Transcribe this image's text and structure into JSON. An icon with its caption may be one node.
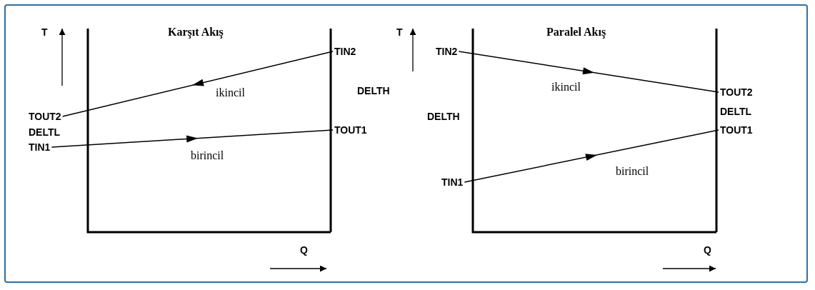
{
  "diagram": {
    "nodes": [
      {
        "text": [
          "TOUT2"
        ]
      },
      {
        "text": [
          "TIN1"
        ]
      },
      {
        "text": [
          "TIN2"
        ]
      },
      {
        "text": [
          "TOUT1"
        ]
      },
      {
        "text": [
          "TIN2"
        ]
      },
      {
        "text": [
          "TIN1"
        ]
      },
      {
        "text": [
          "TOUT2"
        ]
      },
      {
        "text": [
          "TOUT1"
        ]
      }
    ],
    "edges": [
      {
        "from": 2,
        "to": 0,
        "arrow": "to",
        "label": "ikincil"
      },
      {
        "from": 1,
        "to": 3,
        "arrow": "to",
        "label": "birincil"
      },
      {
        "from": 4,
        "to": 6,
        "arrow": "to",
        "label": "ikincil"
      },
      {
        "from": 5,
        "to": 7,
        "arrow": "to",
        "label": "birincil"
      }
    ],
    "labels": [
      "T",
      "Karşıt Akış",
      "DELTL",
      "DELTH",
      "Q",
      "T",
      "Paralel Akış",
      "DELTH",
      "DELTL",
      "Q"
    ]
  }
}
